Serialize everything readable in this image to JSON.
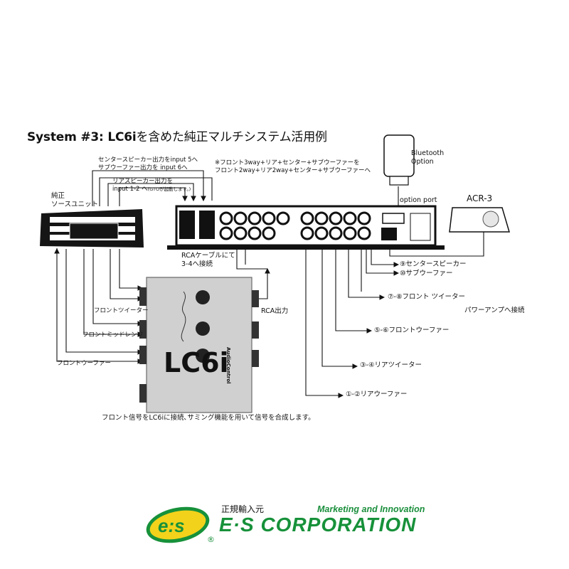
{
  "title": {
    "system": "System #3:",
    "model": "LC6i",
    "jp": "を含めた純正マルチシステム活用例"
  },
  "notes": {
    "center_sub": [
      "センタースピーカー出力をinput 5へ",
      "サブウーファー出力を input 6へ"
    ],
    "rear": [
      "リアスピーカー出力を",
      "input 1-2 へ"
    ],
    "rear_small": "(GTOが起動します。)",
    "config": [
      "※フロント3way+リア+センター+サブウーファーを",
      "フロント2way+リア2way+センター+サブウーファーへ"
    ],
    "head_unit": [
      "純正",
      "ソースユニット"
    ],
    "rca_cable": [
      "RCAケーブルにて",
      "3-4へ接続"
    ],
    "rca_out": "RCA出力",
    "bottom": "フロント信号をLC6iに接続､サミング機能を用いて信号を合成します。",
    "power_amp": "パワーアンプへ接続"
  },
  "inputs": {
    "tweeter": "フロントツイーター",
    "midrange": "フロントミッドレンジ",
    "woofer": "フロントウーファー"
  },
  "outputs": [
    "⑨センタースピーカー",
    "⑩サブウーファー",
    "⑦-⑧フロント ツイーター",
    "⑤-⑥フロントウーファー",
    "③-④リアツイーター",
    "①-②リアウーファー"
  ],
  "devices": {
    "bluetooth": [
      "Bluetooth",
      "Option"
    ],
    "option_port": "option port",
    "acr": "ACR-3",
    "lc6i_brand": "AudioControl",
    "lc6i_model": "LC6i"
  },
  "logo": {
    "jp": "正規輸入元",
    "tagline": "Marketing and Innovation",
    "company": "E·S CORPORATION",
    "mark": "e:s",
    "registered": "®"
  },
  "colors": {
    "green": "#17913a",
    "yellow": "#f2d21b",
    "gray": "#cfd0cf",
    "black": "#111111"
  }
}
